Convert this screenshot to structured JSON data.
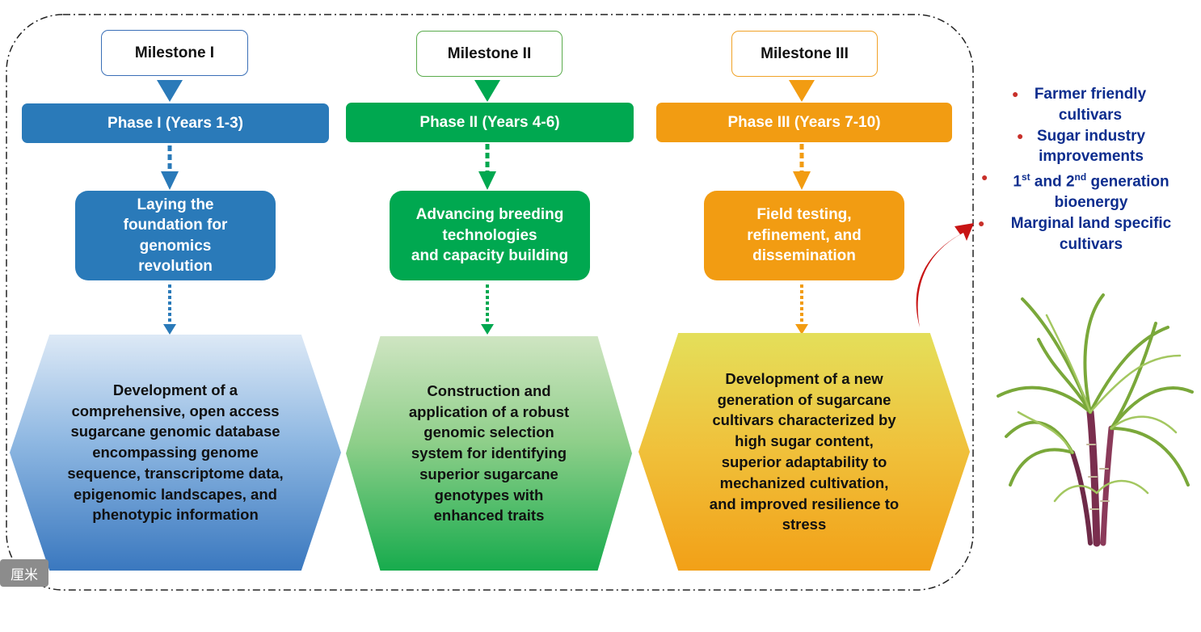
{
  "milestones": [
    {
      "label": "Milestone I",
      "color": "#3a6fb7"
    },
    {
      "label": "Milestone II",
      "color": "#5aab4c"
    },
    {
      "label": "Milestone III",
      "color": "#f0a227"
    }
  ],
  "phases": [
    {
      "label": "Phase I (Years 1-3)",
      "color": "#2a7ab9"
    },
    {
      "label": "Phase II (Years 4-6)",
      "color": "#00a850"
    },
    {
      "label": "Phase III (Years 7-10)",
      "color": "#f29c12"
    }
  ],
  "goals": [
    {
      "lines": [
        "Laying the",
        "foundation for",
        "genomics",
        "revolution"
      ]
    },
    {
      "lines": [
        "Advancing breeding",
        "technologies",
        "and capacity building"
      ]
    },
    {
      "lines": [
        "Field testing,",
        "refinement, and",
        "dissemination"
      ]
    }
  ],
  "outcomes_hex": [
    {
      "lines": [
        "Development of a",
        "comprehensive, open access",
        "sugarcane genomic database",
        "encompassing genome",
        "sequence, transcriptome data,",
        "epigenomic landscapes, and",
        "phenotypic information"
      ]
    },
    {
      "lines": [
        "Construction and",
        "application of a robust",
        "genomic selection",
        "system for identifying",
        "superior sugarcane",
        "genotypes with",
        "enhanced traits"
      ]
    },
    {
      "lines": [
        "Development of a new",
        "generation of sugarcane",
        "cultivars characterized by",
        "high sugar content,",
        "superior adaptability to",
        "mechanized cultivation,",
        "and improved resilience to",
        "stress"
      ]
    }
  ],
  "impacts": [
    {
      "line1": "Farmer friendly",
      "line2": "cultivars"
    },
    {
      "line1": "Sugar industry",
      "line2": "improvements"
    },
    {
      "line1_a": "1",
      "sup_a": "st",
      "line1_b": " and 2",
      "sup_b": "nd",
      "line1_c": " generation",
      "line2": "bioenergy"
    },
    {
      "line1": "Marginal land specific",
      "line2": "cultivars"
    }
  ],
  "unit_chip": "厘米",
  "colors": {
    "bullet": "#c8302a",
    "impact_text": "#0d2d8e",
    "arrow_red": "#c81414"
  }
}
